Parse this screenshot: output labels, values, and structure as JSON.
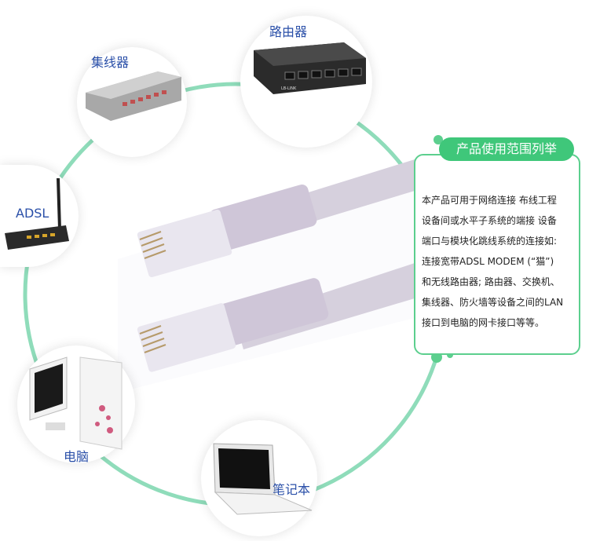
{
  "devices": {
    "router": {
      "label": "路由器",
      "icon": "router-icon"
    },
    "hub": {
      "label": "集线器",
      "icon": "hub-icon"
    },
    "adsl": {
      "label": "ADSL",
      "icon": "adsl-modem-icon"
    },
    "pc": {
      "label": "电脑",
      "icon": "desktop-computer-icon"
    },
    "laptop": {
      "label": "笔记本",
      "icon": "laptop-icon"
    }
  },
  "router_brand": "LB-LINK",
  "info": {
    "title": "产品使用范围列举",
    "lines": [
      "本产品可用于网络连接 布线工程",
      "设备间或水平子系统的端接 设备",
      "端口与模块化跳线系统的连接如:",
      "连接宽带ADSL MODEM (“猫”)",
      "和无线路由器; 路由器、交换机、",
      "集线器、防火墙等设备之间的LAN",
      "接口到电脑的网卡接口等等。"
    ]
  },
  "colors": {
    "accent": "#3fc77a",
    "ring": "#8fdcba",
    "label": "#2a4fa8",
    "cable": "#c9c2d3"
  }
}
